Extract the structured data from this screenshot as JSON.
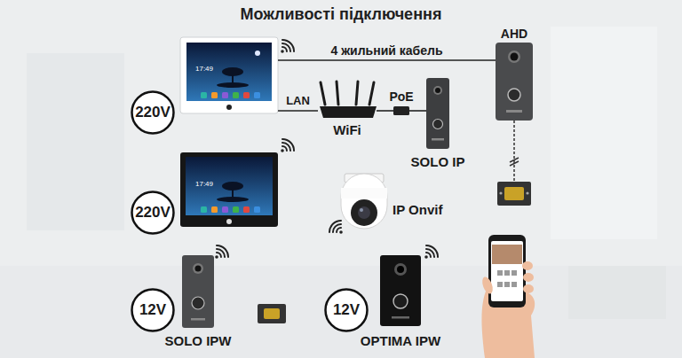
{
  "diagram": {
    "title": "Можливості підключення",
    "nodes": [
      {
        "text": [
          "220V"
        ]
      },
      {
        "text": [
          "17:49"
        ]
      },
      {
        "text": [
          "AHD"
        ]
      },
      {
        "text": [
          "WiFi"
        ]
      },
      {
        "text": [
          "PoE"
        ]
      },
      {
        "text": [
          "SOLO IP"
        ]
      },
      {
        "text": [
          "220V"
        ]
      },
      {
        "text": [
          "17:49"
        ]
      },
      {
        "text": [
          "IP Onvif"
        ]
      },
      {
        "text": [
          "12V"
        ]
      },
      {
        "text": [
          "SOLO IPW"
        ]
      },
      {
        "text": [
          "12V"
        ]
      },
      {
        "text": [
          "OPTIMA IPW"
        ]
      }
    ],
    "edges": [
      {
        "from": 1,
        "to": 2,
        "label": "4 жильний кабель",
        "arrow": "none"
      },
      {
        "from": 1,
        "to": 3,
        "label": "LAN",
        "arrow": "none"
      },
      {
        "from": 3,
        "to": 4,
        "arrow": "none"
      },
      {
        "from": 4,
        "to": 5,
        "arrow": "none"
      }
    ]
  }
}
